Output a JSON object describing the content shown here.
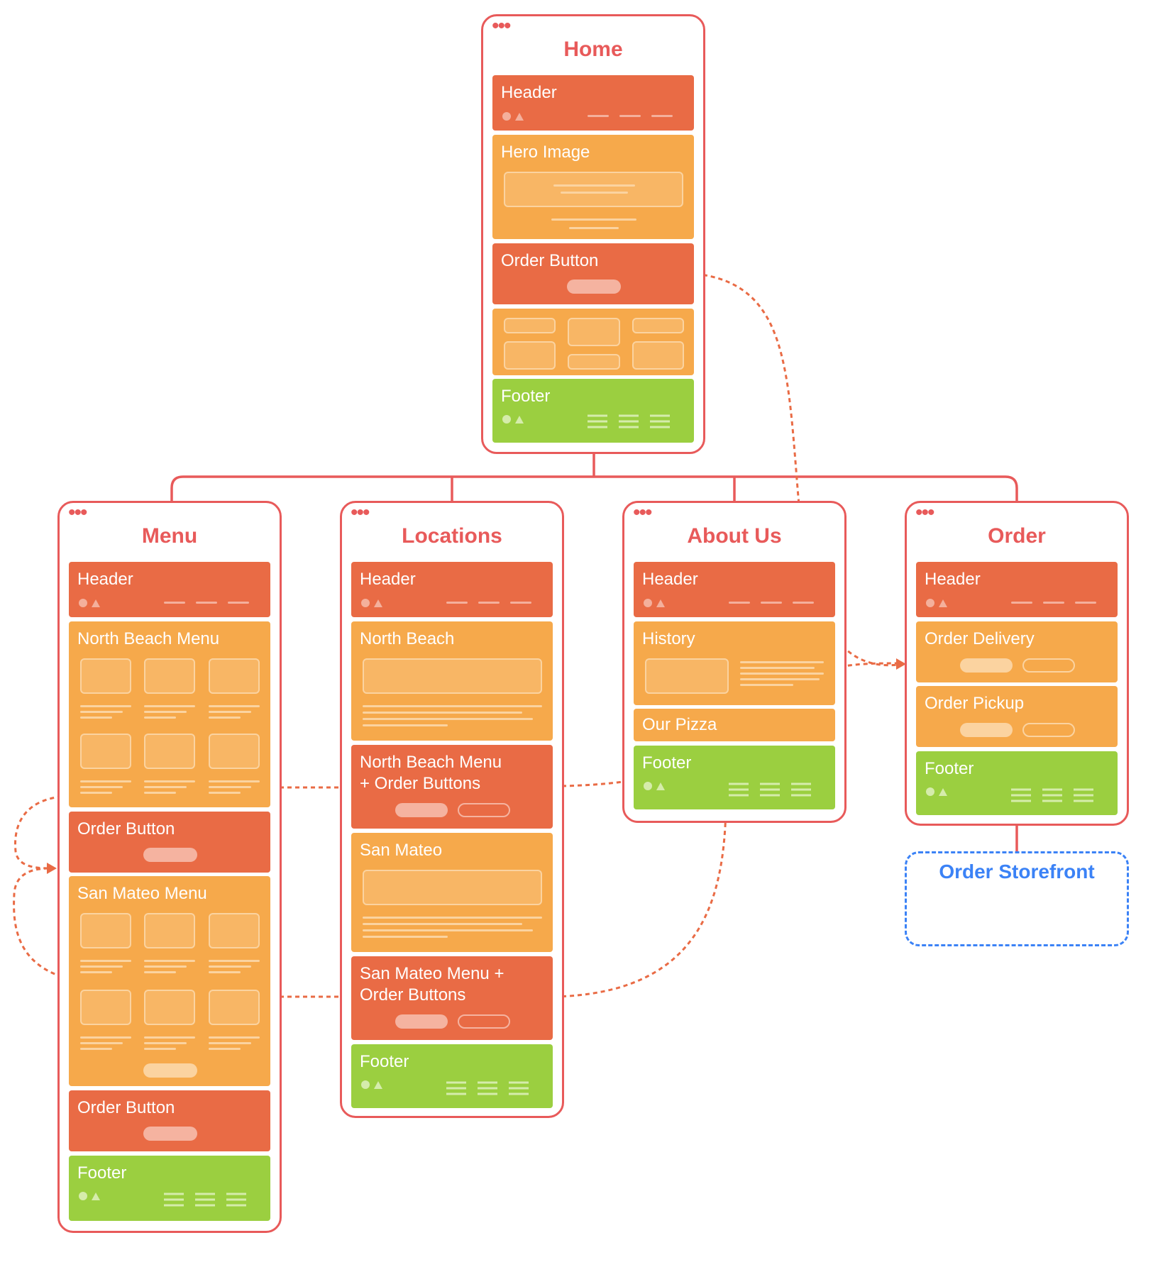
{
  "colors": {
    "frame": "#e85a5a",
    "header_block": "#e96b45",
    "content_block": "#f6a94b",
    "footer_block": "#9bcf40",
    "storefront": "#3b82f6"
  },
  "pages": {
    "home": {
      "title": "Home",
      "header": "Header",
      "hero": "Hero Image",
      "order_button": "Order Button",
      "footer": "Footer"
    },
    "menu": {
      "title": "Menu",
      "header": "Header",
      "north_beach_menu": "North Beach Menu",
      "order_button_1": "Order Button",
      "san_mateo_menu": "San Mateo Menu",
      "order_button_2": "Order Button",
      "footer": "Footer"
    },
    "locations": {
      "title": "Locations",
      "header": "Header",
      "north_beach": "North Beach",
      "north_beach_buttons": "North Beach Menu\n+ Order Buttons",
      "san_mateo": "San Mateo",
      "san_mateo_buttons": "San Mateo Menu +\nOrder Buttons",
      "footer": "Footer"
    },
    "about": {
      "title": "About Us",
      "header": "Header",
      "history": "History",
      "our_pizza": "Our Pizza",
      "footer": "Footer"
    },
    "order": {
      "title": "Order",
      "header": "Header",
      "delivery": "Order Delivery",
      "pickup": "Order Pickup",
      "footer": "Footer"
    }
  },
  "external": {
    "storefront": "Order Storefront"
  }
}
